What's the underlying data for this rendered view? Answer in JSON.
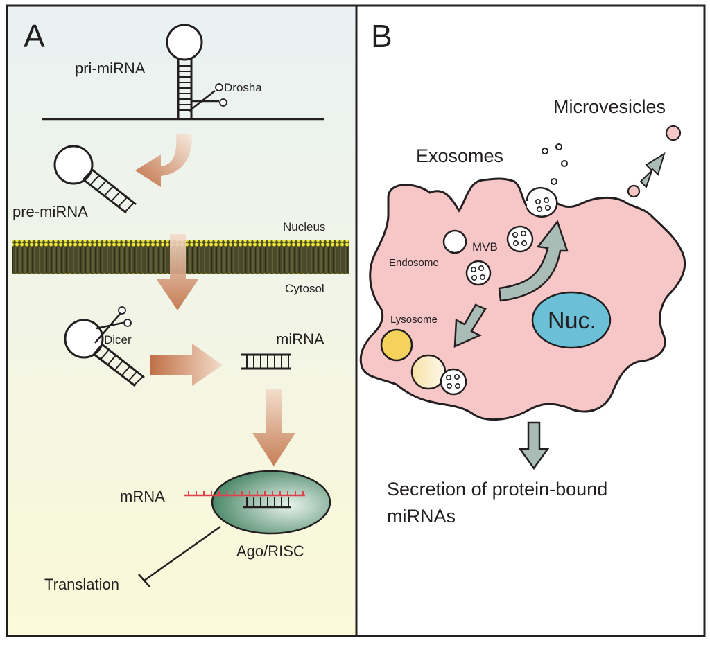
{
  "panel_a": {
    "letter": "A",
    "pri_mirna": "pri-miRNA",
    "drosha": "Drosha",
    "pre_mirna": "pre-miRNA",
    "nucleus": "Nucleus",
    "cytosol": "Cytosol",
    "dicer": "Dicer",
    "mirna": "miRNA",
    "mrna": "mRNA",
    "ago_risc": "Ago/RISC",
    "translation": "Translation"
  },
  "panel_b": {
    "letter": "B",
    "microvesicles": "Microvesicles",
    "exosomes": "Exosomes",
    "endosome": "Endosome",
    "mvb": "MVB",
    "lysosome": "Lysosome",
    "nucleus_short": "Nuc.",
    "secretion_line1": "Secretion of protein-bound",
    "secretion_line2": "miRNAs"
  },
  "colors": {
    "arrow_copper": "#c97f55",
    "arrow_gray": "#a9bcb6",
    "cell_pink": "#f7c6c6",
    "nucleus_blue": "#6bbfd6",
    "lysosome_yellow": "#f5d25b",
    "ago_green": "#4f8f6d",
    "mrna_red": "#e0404a",
    "membrane_olive": "#55532f",
    "membrane_yellow": "#e8e63a"
  }
}
